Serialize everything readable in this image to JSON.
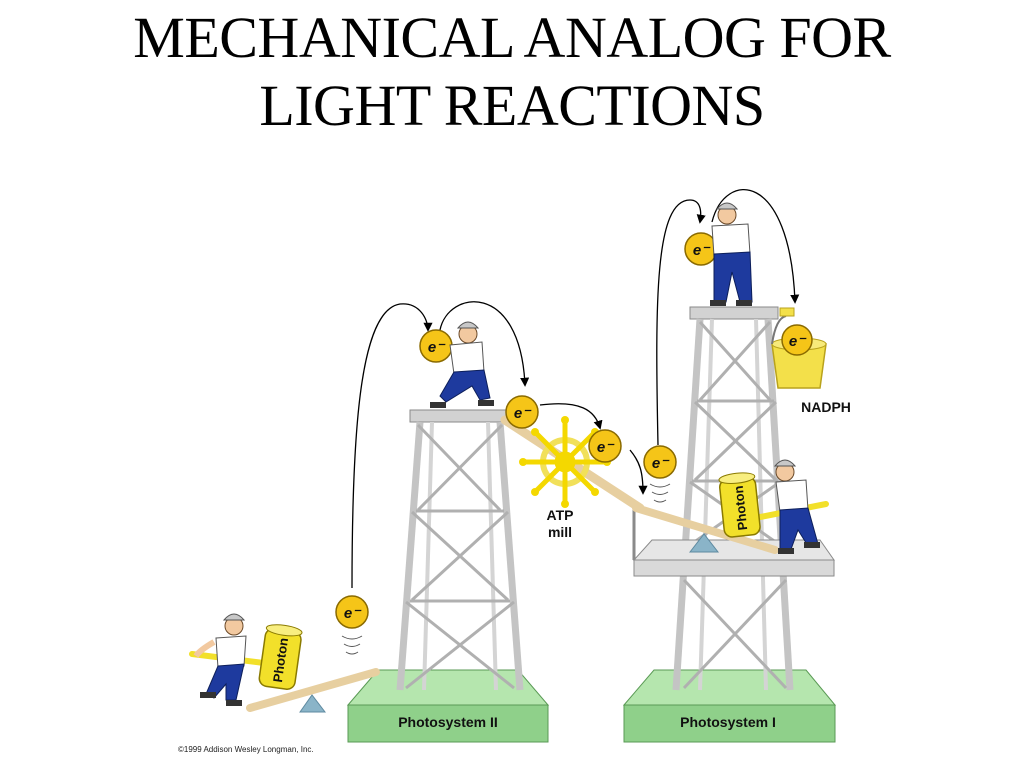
{
  "title": {
    "line1": "MECHANICAL ANALOG FOR",
    "line2": "LIGHT REACTIONS"
  },
  "diagram": {
    "electron_label": "e⁻",
    "photon_label": "Photon",
    "atp_mill_line1": "ATP",
    "atp_mill_line2": "mill",
    "nadph_label": "NADPH",
    "photosystem2_label": "Photosystem II",
    "photosystem1_label": "Photosystem I",
    "copyright": "©1999 Addison Wesley Longman, Inc."
  },
  "colors": {
    "electron_fill": "#f5c518",
    "photon_fill": "#f2e02a",
    "platform_green": "#8fd08a",
    "tower_gray": "#b8b8b8",
    "worker_pants": "#1e3a9e",
    "bucket_yellow": "#f3e04a"
  }
}
